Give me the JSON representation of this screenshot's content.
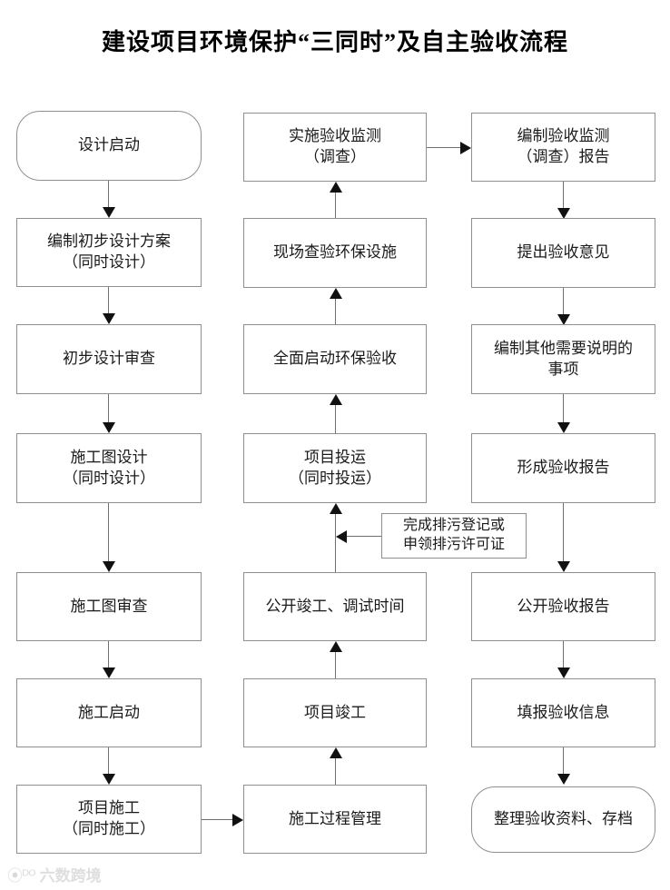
{
  "title": "建设项目环境保护“三同时”及自主验收流程",
  "colors": {
    "box_border": "#8f8f8f",
    "line": "#6f6f6f",
    "arrow": "#111111",
    "text": "#1a1a1a",
    "background": "#ffffff"
  },
  "watermark": {
    "logo": "⦿ᴰᴼ",
    "text": "六数跨境"
  },
  "columns": [
    {
      "name": "design-construction-column",
      "flow_direction": "down",
      "nodes": [
        {
          "id": "c1n1",
          "label": "设计启动",
          "shape": "rounded"
        },
        {
          "id": "c1n2",
          "label": "编制初步设计方案\n（同时设计）",
          "shape": "rect"
        },
        {
          "id": "c1n3",
          "label": "初步设计审查",
          "shape": "rect"
        },
        {
          "id": "c1n4",
          "label": "施工图设计\n（同时设计）",
          "shape": "rect"
        },
        {
          "id": "c1n5",
          "label": "施工图审查",
          "shape": "rect"
        },
        {
          "id": "c1n6",
          "label": "施工启动",
          "shape": "rect"
        },
        {
          "id": "c1n7",
          "label": "项目施工\n（同时施工）",
          "shape": "rect"
        }
      ]
    },
    {
      "name": "acceptance-inspection-column",
      "flow_direction": "up",
      "nodes": [
        {
          "id": "c2n1",
          "label": "实施验收监测\n（调查）",
          "shape": "rect"
        },
        {
          "id": "c2n2",
          "label": "现场查验环保设施",
          "shape": "rect"
        },
        {
          "id": "c2n3",
          "label": "全面启动环保验收",
          "shape": "rect"
        },
        {
          "id": "c2n4",
          "label": "项目投运\n（同时投运）",
          "shape": "rect"
        },
        {
          "id": "c2n5",
          "label": "公开竣工、调试时间",
          "shape": "rect"
        },
        {
          "id": "c2n6",
          "label": "项目竣工",
          "shape": "rect"
        },
        {
          "id": "c2n7",
          "label": "施工过程管理",
          "shape": "rect"
        }
      ]
    },
    {
      "name": "report-filing-column",
      "flow_direction": "down",
      "nodes": [
        {
          "id": "c3n1",
          "label": "编制验收监测\n（调查）报告",
          "shape": "rect"
        },
        {
          "id": "c3n2",
          "label": "提出验收意见",
          "shape": "rect"
        },
        {
          "id": "c3n3",
          "label": "编制其他需要说明的\n事项",
          "shape": "rect"
        },
        {
          "id": "c3n4",
          "label": "形成验收报告",
          "shape": "rect"
        },
        {
          "id": "c3n5",
          "label": "公开验收报告",
          "shape": "rect"
        },
        {
          "id": "c3n6",
          "label": "填报验收信息",
          "shape": "rect"
        },
        {
          "id": "c3n7",
          "label": "整理验收资料、存档",
          "shape": "rounded"
        }
      ]
    }
  ],
  "notes": [
    {
      "id": "note1",
      "label": "完成排污登记或\n申领排污许可证"
    }
  ]
}
